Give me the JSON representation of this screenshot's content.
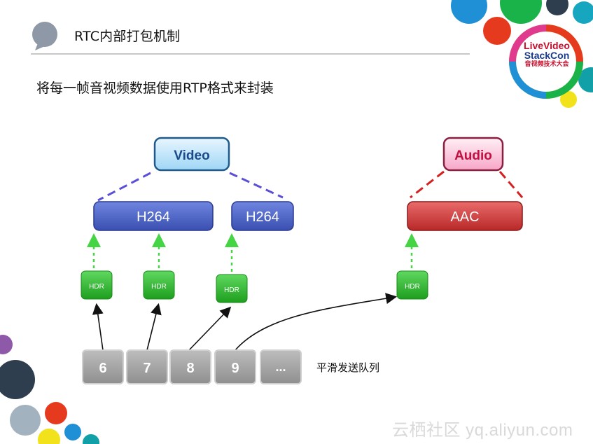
{
  "slide": {
    "title": "RTC内部打包机制",
    "subtitle": "将每一帧音视频数据使用RTP格式来封装",
    "queue_label": "平滑发送队列",
    "watermark": "云栖社区 yq.aliyun.com"
  },
  "logo": {
    "line1": "LiveVideo",
    "line2": "StackCon",
    "line3": "音视频技术大会"
  },
  "diagram": {
    "video_label": "Video",
    "audio_label": "Audio",
    "codecs": [
      "H264",
      "H264",
      "AAC"
    ],
    "hdr_label": "HDR",
    "queue": [
      "6",
      "7",
      "8",
      "9",
      "..."
    ]
  },
  "colors": {
    "video_dash": "#5a4fd6",
    "audio_dash": "#d42020",
    "hdr_arrow": "#44d444",
    "h264_fill": "#4a62c8",
    "aac_fill": "#d23a3a",
    "hdr_fill": "#2ab52a",
    "queue_fill": "#a9a9a9"
  }
}
